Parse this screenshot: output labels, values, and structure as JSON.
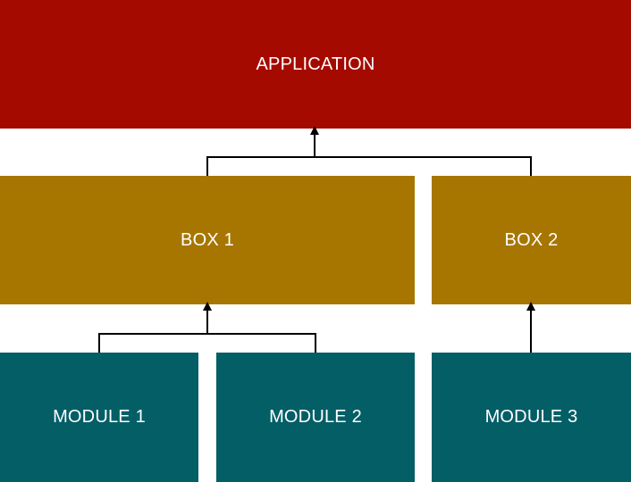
{
  "colors": {
    "application": "#a50a00",
    "box": "#a77600",
    "module": "#035e66",
    "connector": "#000000",
    "text": "#ffffff"
  },
  "nodes": {
    "application": {
      "label": "APPLICATION"
    },
    "box1": {
      "label": "BOX 1"
    },
    "box2": {
      "label": "BOX 2"
    },
    "module1": {
      "label": "MODULE 1"
    },
    "module2": {
      "label": "MODULE 2"
    },
    "module3": {
      "label": "MODULE 3"
    }
  },
  "edges": [
    {
      "from": "box1",
      "to": "application"
    },
    {
      "from": "box2",
      "to": "application"
    },
    {
      "from": "module1",
      "to": "box1"
    },
    {
      "from": "module2",
      "to": "box1"
    },
    {
      "from": "module3",
      "to": "box2"
    }
  ]
}
